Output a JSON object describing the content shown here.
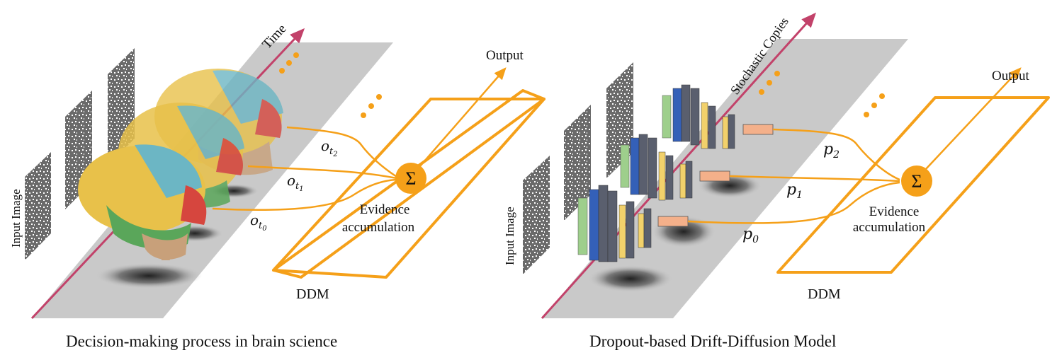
{
  "left_panel": {
    "caption": "Decision-making process in brain science",
    "input_label": "Input Image",
    "time_label": "Time",
    "output_label": "Output",
    "ddm_label": "DDM",
    "sum_symbol": "Σ",
    "evidence_line1": "Evidence",
    "evidence_line2": "accumulation",
    "signals": [
      {
        "base": "o",
        "sub": "t",
        "subsub": "2"
      },
      {
        "base": "o",
        "sub": "t",
        "subsub": "1"
      },
      {
        "base": "o",
        "sub": "t",
        "subsub": "0"
      }
    ]
  },
  "right_panel": {
    "caption": "Dropout-based Drift-Diffusion Model",
    "input_label": "Input Image",
    "copies_label": "Stochastic Copies",
    "output_label": "Output",
    "ddm_label": "DDM",
    "sum_symbol": "Σ",
    "evidence_line1": "Evidence",
    "evidence_line2": "accumulation",
    "signals": [
      {
        "base": "p",
        "sub": "2"
      },
      {
        "base": "p",
        "sub": "1"
      },
      {
        "base": "p",
        "sub": "0"
      }
    ]
  },
  "colors": {
    "orange": "#f5a019",
    "time_axis": "#c2426a",
    "plane": "#c8c8c8",
    "feature_green": "#9ecf8c",
    "feature_blue": "#3460b8",
    "feature_gray": "#5a5f6e",
    "feature_yellow": "#f2d16b",
    "output_block": "#f4b08a",
    "brain_yellow": "#e8c14a",
    "brain_teal": "#6cb6c4",
    "brain_green": "#5aa65a",
    "brain_red": "#d6463e",
    "brain_stem": "#c8a07a"
  }
}
